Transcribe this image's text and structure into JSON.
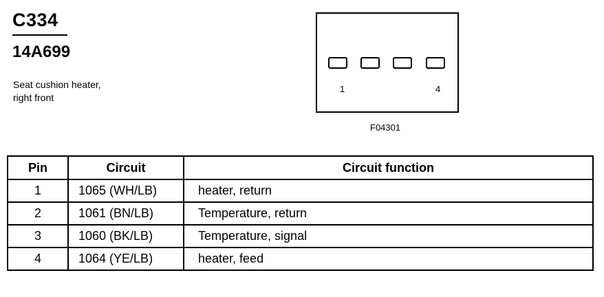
{
  "connector": {
    "id": "C334",
    "part_number": "14A699",
    "description_line1": "Seat cushion heater,",
    "description_line2": "right front"
  },
  "diagram": {
    "pin_first": "1",
    "pin_last": "4",
    "figure_id": "F04301"
  },
  "table": {
    "headers": [
      "Pin",
      "Circuit",
      "Circuit function"
    ],
    "rows": [
      [
        "1",
        "1065 (WH/LB)",
        "heater, return"
      ],
      [
        "2",
        "1061 (BN/LB)",
        "Temperature, return"
      ],
      [
        "3",
        "1060 (BK/LB)",
        "Temperature, signal"
      ],
      [
        "4",
        "1064 (YE/LB)",
        "heater, feed"
      ]
    ]
  }
}
